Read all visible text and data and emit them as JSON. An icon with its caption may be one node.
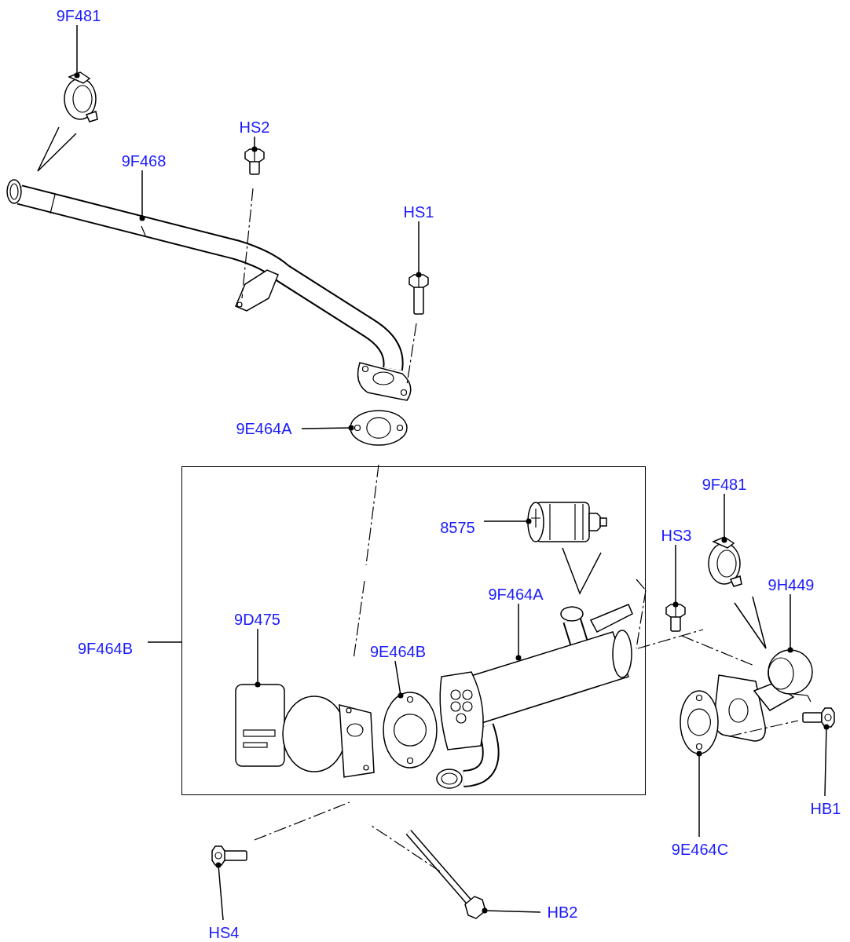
{
  "diagram": {
    "nodes": [
      {
        "text": [
          "9F481"
        ]
      },
      {
        "text": [],
        "shape": "picture"
      },
      {
        "text": [
          "9F468"
        ]
      },
      {
        "text": [],
        "shape": "picture"
      },
      {
        "text": [
          "HS2"
        ]
      },
      {
        "text": [],
        "shape": "picture"
      },
      {
        "text": [
          "HS1"
        ]
      },
      {
        "text": [],
        "shape": "picture"
      },
      {
        "text": [
          "9E464A"
        ]
      },
      {
        "text": [],
        "shape": "picture"
      },
      {
        "text": [
          "9F464B"
        ]
      },
      {
        "text": [],
        "shape": "box"
      },
      {
        "text": [
          "8575"
        ],
        "in": 11
      },
      {
        "text": [],
        "shape": "picture",
        "in": 11
      },
      {
        "text": [
          "9F464A"
        ],
        "in": 11
      },
      {
        "text": [],
        "shape": "picture",
        "in": 11
      },
      {
        "text": [
          "9D475"
        ],
        "in": 11
      },
      {
        "text": [],
        "shape": "picture",
        "in": 11
      },
      {
        "text": [
          "9E464B"
        ],
        "in": 11
      },
      {
        "text": [],
        "shape": "picture",
        "in": 11
      },
      {
        "text": [
          "HS3"
        ]
      },
      {
        "text": [],
        "shape": "picture"
      },
      {
        "text": [
          "9F481"
        ]
      },
      {
        "text": [],
        "shape": "picture"
      },
      {
        "text": [
          "9H449"
        ]
      },
      {
        "text": [],
        "shape": "picture"
      },
      {
        "text": [
          "9E464C"
        ]
      },
      {
        "text": [],
        "shape": "picture"
      },
      {
        "text": [
          "HB1"
        ]
      },
      {
        "text": [],
        "shape": "picture"
      },
      {
        "text": [
          "HS4"
        ]
      },
      {
        "text": [],
        "shape": "picture"
      },
      {
        "text": [
          "HB2"
        ]
      },
      {
        "text": [],
        "shape": "picture"
      }
    ],
    "edges": [
      {
        "from": 0,
        "to": 1,
        "arrow": "other"
      },
      {
        "from": 2,
        "to": 3,
        "arrow": "other"
      },
      {
        "from": 4,
        "to": 5,
        "arrow": "other"
      },
      {
        "from": 6,
        "to": 7,
        "arrow": "other"
      },
      {
        "from": 8,
        "to": 9,
        "arrow": "other"
      },
      {
        "from": 10,
        "to": 11,
        "arrow": "none"
      },
      {
        "from": 12,
        "to": 13,
        "arrow": "other"
      },
      {
        "from": 14,
        "to": 15,
        "arrow": "other"
      },
      {
        "from": 16,
        "to": 17,
        "arrow": "other"
      },
      {
        "from": 18,
        "to": 19,
        "arrow": "other"
      },
      {
        "from": 20,
        "to": 21,
        "arrow": "other"
      },
      {
        "from": 22,
        "to": 23,
        "arrow": "other"
      },
      {
        "from": 24,
        "to": 25,
        "arrow": "other"
      },
      {
        "from": 26,
        "to": 27,
        "arrow": "other"
      },
      {
        "from": 28,
        "to": 29,
        "arrow": "other"
      },
      {
        "from": 30,
        "to": 31,
        "arrow": "other"
      },
      {
        "from": 32,
        "to": 33,
        "arrow": "other"
      }
    ]
  }
}
